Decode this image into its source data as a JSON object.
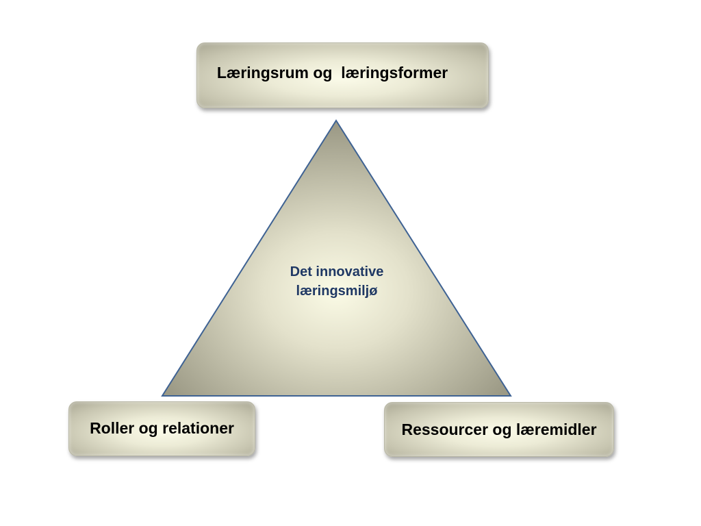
{
  "diagram": {
    "center": {
      "line1": "Det innovative",
      "line2": "læringsmiljø"
    },
    "nodes": {
      "top": "Læringsrum og  læringsformer",
      "left": "Roller og relationer",
      "right": "Ressourcer og læremidler"
    },
    "colors": {
      "triangle_stroke": "#3e6293",
      "center_text": "#1f3864",
      "box_text": "#000000"
    }
  }
}
